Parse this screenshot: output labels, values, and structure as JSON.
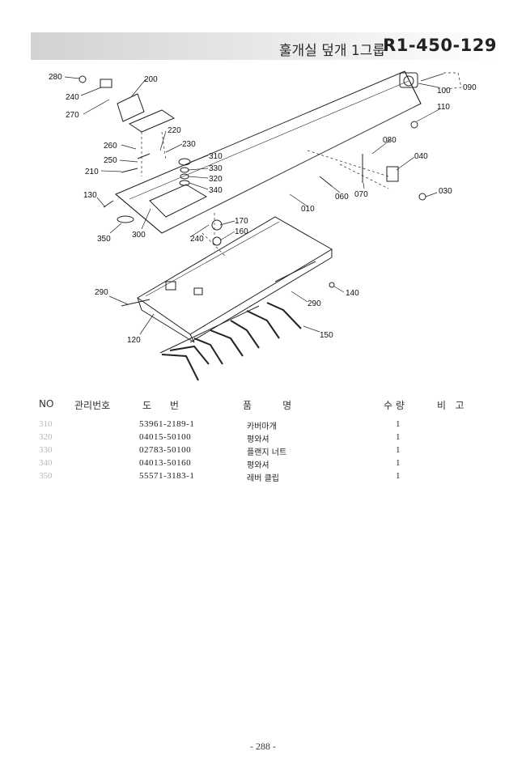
{
  "header": {
    "title": "훌개실 덮개 1그룹",
    "code": "R1-450-129"
  },
  "diagram": {
    "callouts": [
      "280",
      "240",
      "270",
      "200",
      "260",
      "220",
      "230",
      "250",
      "210",
      "310",
      "330",
      "320",
      "340",
      "130",
      "350",
      "300",
      "240",
      "170",
      "160",
      "290",
      "120",
      "090",
      "100",
      "110",
      "080",
      "040",
      "030",
      "060",
      "070",
      "010",
      "140",
      "290",
      "150"
    ]
  },
  "table": {
    "headers": [
      "NO",
      "관리번호",
      "도      번",
      "품          명",
      "수 량",
      "비   고"
    ],
    "rows": [
      {
        "no": "310",
        "part": "53961-2189-1",
        "name": "카버마개",
        "qty": "1"
      },
      {
        "no": "320",
        "part": "04015-50100",
        "name": "평와셔",
        "qty": "1"
      },
      {
        "no": "330",
        "part": "02783-50100",
        "name": "플랜지 너트",
        "qty": "1"
      },
      {
        "no": "340",
        "part": "04013-50160",
        "name": "평와셔",
        "qty": "1"
      },
      {
        "no": "350",
        "part": "55571-3183-1",
        "name": "레버 클립",
        "qty": "1"
      }
    ]
  },
  "footer": {
    "page": "- 288 -"
  }
}
